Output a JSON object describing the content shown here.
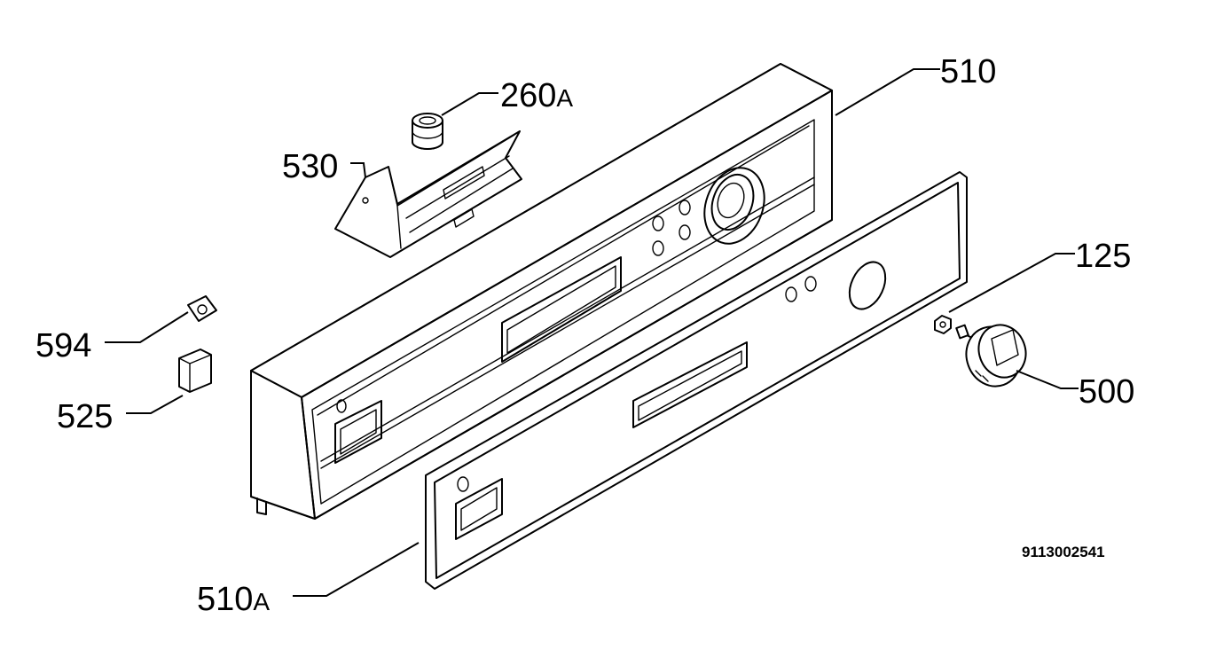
{
  "callouts": {
    "c510": "510",
    "c260_num": "260",
    "c260_suf": "A",
    "c530": "530",
    "c125": "125",
    "c594": "594",
    "c525": "525",
    "c500": "500",
    "c510a_num": "510",
    "c510a_suf": "A"
  },
  "document_number": "9113002541"
}
